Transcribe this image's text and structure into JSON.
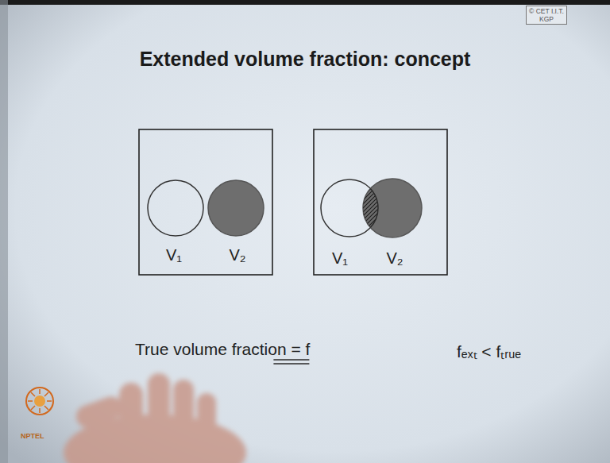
{
  "diagram": {
    "title": "Extended volume fraction: concept",
    "nodes": [
      {
        "text": [
          "V₁"
        ]
      },
      {
        "text": [
          "V₂"
        ]
      },
      {
        "text": [
          "V₁"
        ]
      },
      {
        "text": [
          "V₂"
        ]
      }
    ],
    "labels": [
      "True volume fraction = f",
      "fₑₓₜ < fₜᵣᵤₑ",
      "© CET I.I.T. KGP",
      "NPTEL"
    ]
  }
}
